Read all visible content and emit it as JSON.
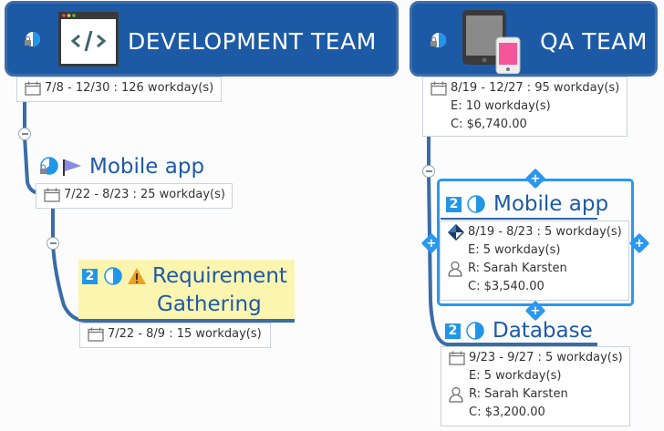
{
  "colors": {
    "header_bg": "#1d5aa6",
    "topic_text": "#1d5aa6",
    "badge_blue": "#2196e8",
    "selection": "#2a98f0",
    "highlight": "#fbf5b0",
    "connector": "#3a6ca8"
  },
  "dev_team": {
    "title": "DEVELOPMENT TEAM",
    "icon": "code-window-icon",
    "progress_icon": "progress-lock-icon",
    "info": {
      "dates": "7/8 - 12/30 : 126 workday(s)"
    },
    "children": [
      {
        "title": "Mobile app",
        "icons": [
          "progress-lock-icon",
          "purple-flag-icon"
        ],
        "info": {
          "dates": "7/22 - 8/23 : 25 workday(s)"
        },
        "children": [
          {
            "title_line1": "Requirement",
            "title_line2": "Gathering",
            "priority": "2",
            "icons": [
              "priority-2-icon",
              "half-progress-icon",
              "warning-icon"
            ],
            "info": {
              "dates": "7/22 - 8/9 : 15 workday(s)"
            }
          }
        ]
      }
    ]
  },
  "qa_team": {
    "title": "QA TEAM",
    "icon": "tablet-phone-icon",
    "progress_icon": "progress-lock-icon",
    "info": {
      "dates": "8/19 - 12/27 : 95 workday(s)",
      "effort": "E: 10 workday(s)",
      "cost": "C: $6,740.00"
    },
    "children": [
      {
        "title": "Mobile app",
        "priority": "2",
        "selected": true,
        "info": {
          "dates": "8/19 - 8/23 : 5 workday(s)",
          "effort": "E: 5 workday(s)",
          "resource": "R: Sarah Karsten",
          "cost": "C: $3,540.00"
        }
      },
      {
        "title": "Database",
        "priority": "2",
        "info": {
          "dates": "9/23 - 9/27 : 5 workday(s)",
          "effort": "E: 5 workday(s)",
          "resource": "R: Sarah Karsten",
          "cost": "C: $3,200.00"
        }
      }
    ]
  }
}
